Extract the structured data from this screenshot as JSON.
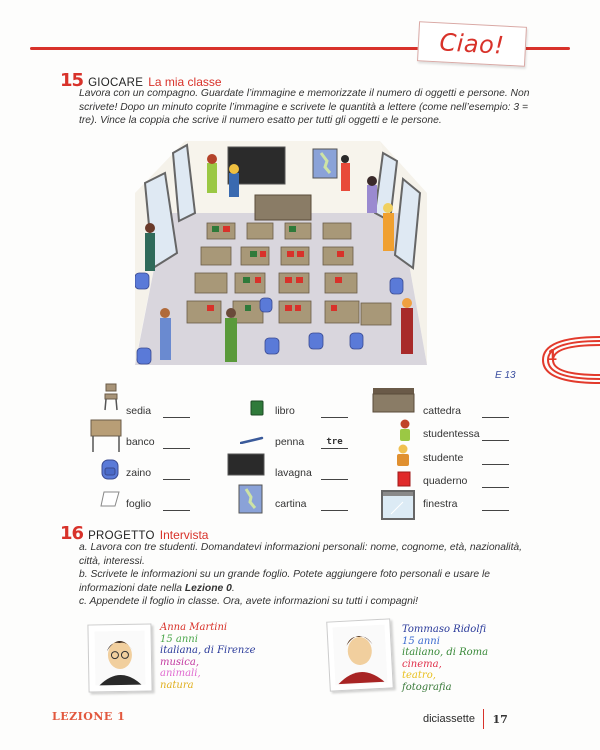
{
  "header": {
    "unit_tag": "Ciao!",
    "colors": {
      "accent": "#d8322a",
      "tab_red": "#e23a2c",
      "ref_blue": "#3a4ea0"
    }
  },
  "exercise15": {
    "number": "15",
    "type": "GIOCARE",
    "title": "La mia classe",
    "instructions": "Lavora con un compagno. Guardate l’immagine e memorizzate il numero di oggetti e persone. Non scrivete! Dopo un minuto coprite l’immagine e scrivete le quantità a lettere (come nell’esempio: 3 = tre). Vince la coppia che scrive il numero esatto per tutti gli oggetti e le persone.",
    "illustration_alt": "classroom-illustration",
    "reference": "E 13",
    "vocabulary": [
      {
        "icon": "chair",
        "label": "sedia",
        "answer": ""
      },
      {
        "icon": "desk",
        "label": "banco",
        "answer": ""
      },
      {
        "icon": "backpack",
        "label": "zaino",
        "answer": ""
      },
      {
        "icon": "sheet",
        "label": "foglio",
        "answer": ""
      },
      {
        "icon": "book",
        "label": "libro",
        "answer": ""
      },
      {
        "icon": "pen",
        "label": "penna",
        "answer": "tre"
      },
      {
        "icon": "blackboard",
        "label": "lavagna",
        "answer": ""
      },
      {
        "icon": "map",
        "label": "cartina",
        "answer": ""
      },
      {
        "icon": "teacher-desk",
        "label": "cattedra",
        "answer": ""
      },
      {
        "icon": "female-student",
        "label": "studentessa",
        "answer": ""
      },
      {
        "icon": "male-student",
        "label": "studente",
        "answer": ""
      },
      {
        "icon": "notebook",
        "label": "quaderno",
        "answer": ""
      },
      {
        "icon": "window",
        "label": "finestra",
        "answer": ""
      }
    ]
  },
  "side_tab": {
    "lesson_number": "1"
  },
  "exercise16": {
    "number": "16",
    "type": "PROGETTO",
    "title": "Intervista",
    "item_a": "a. Lavora con tre studenti. Domandatevi informazioni personali: nome, cognome, età, nazionalità, città, interessi.",
    "item_b_pre": "b. Scrivete le informazioni su un grande foglio. Potete aggiungere foto personali e usare le informazioni date nella ",
    "item_b_bold": "Lezione 0",
    "item_b_post": ".",
    "item_c": "c. Appendete il foglio in classe. Ora, avete informazioni su tutti i compagni!",
    "profiles": [
      {
        "name": "Anna Martini",
        "age": "15 anni",
        "origin": "italiana, di Firenze",
        "interests": [
          "musica,",
          "animali,",
          "natura"
        ],
        "colors": [
          "#d8322a",
          "#4aa64a",
          "#2a3a9a",
          "#c23aa0",
          "#e06ad0",
          "#e0b020"
        ]
      },
      {
        "name": "Tommaso Ridolfi",
        "age": "15 anni",
        "origin": "italiano, di Roma",
        "interests": [
          "cinema,",
          "teatro,",
          "fotografia"
        ],
        "colors": [
          "#2a3a9a",
          "#3a6ad0",
          "#3a8a3a",
          "#e0304a",
          "#e8c020",
          "#3a7a3a"
        ]
      }
    ]
  },
  "footer": {
    "lesson_label": "LEZIONE 1",
    "page_word": "diciassette",
    "page_number": "17"
  }
}
